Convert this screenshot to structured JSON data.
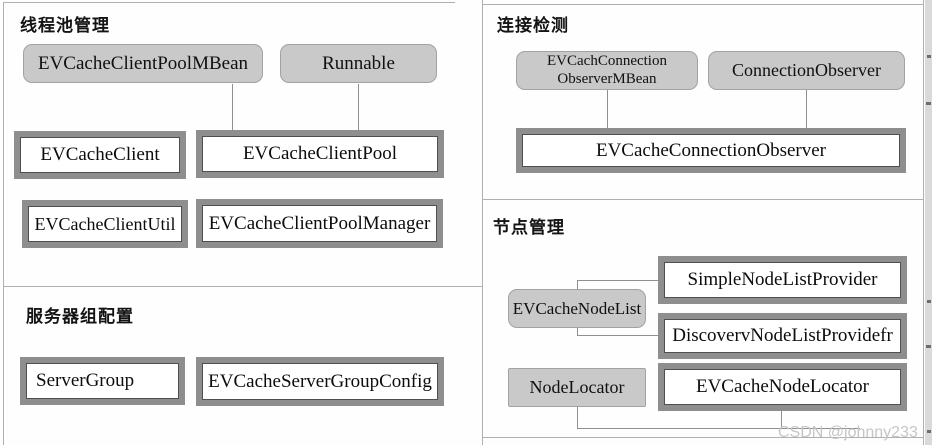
{
  "panels": {
    "thread_pool": {
      "title": "线程池管理",
      "boxes": {
        "mbean": "EVCacheClientPoolMBean",
        "runnable": "Runnable",
        "client": "EVCacheClient",
        "pool": "EVCacheClientPool",
        "util": "EVCacheClientUtil",
        "pool_manager": "EVCacheClientPoolManager"
      }
    },
    "connection": {
      "title": "连接检测",
      "boxes": {
        "observer_mbean_line1": "EVCachConnection",
        "observer_mbean_line2": "ObserverMBean",
        "connection_observer": "ConnectionObserver",
        "evcache_connection_observer": "EVCacheConnectionObserver"
      }
    },
    "server_group": {
      "title": "服务器组配置",
      "boxes": {
        "server_group": "ServerGroup",
        "config": "EVCacheServerGroupConfig"
      }
    },
    "node": {
      "title": "节点管理",
      "boxes": {
        "node_list": "EVCacheNodeList",
        "simple_provider": "SimpleNodeListProvider",
        "discovery_provider": "DiscovervNodeListProvidefr",
        "node_locator": "NodeLocator",
        "evcache_node_locator": "EVCacheNodeLocator"
      }
    }
  },
  "watermark": "CSDN @johnny233",
  "colors": {
    "gray_box_fill": "#c9c9c9",
    "gray_box_border": "#a2a2a2",
    "white_box_frame": "#8e8e8e",
    "white_box_inner_line": "#4f4f4f",
    "connector": "#8f8f8f",
    "panel_border": "#b0b0b0",
    "watermark": "#c6c6c6"
  }
}
